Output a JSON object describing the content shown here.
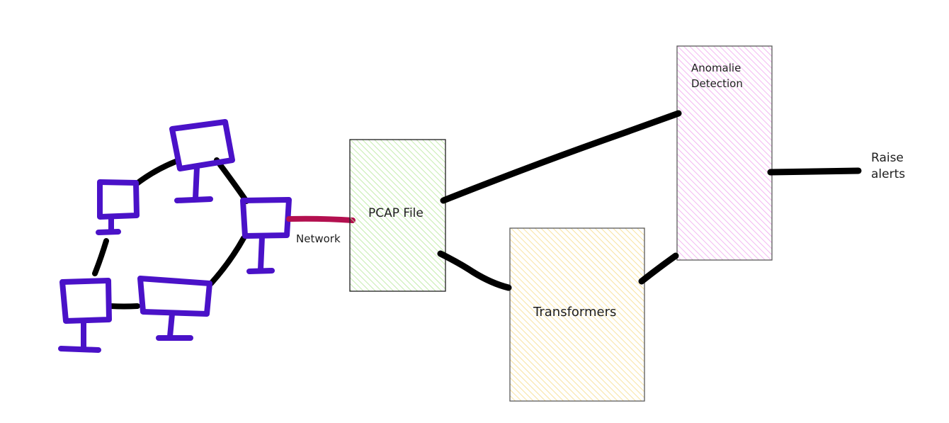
{
  "labels": {
    "network": "Network",
    "pcap": "PCAP File",
    "transformers": "Transformers",
    "anomaly_line1": "Anomalie",
    "anomaly_line2": "Detection",
    "raise_line1": "Raise",
    "raise_line2": "alerts"
  },
  "icons": {
    "computer": "computer-monitor-icon"
  },
  "colors": {
    "background": "#ffffff",
    "monitor_stroke": "#4a12c8",
    "connector": "#000000",
    "network_link": "#b3104f",
    "pcap_fill": "#b6e89a",
    "pcap_stroke": "#1e1e1e",
    "transformers_fill": "#f7dc8a",
    "transformers_stroke": "#5a5a5a",
    "anomaly_fill": "#f0a6ef",
    "anomaly_stroke": "#5a5a5a",
    "text": "#1e1e1e"
  }
}
